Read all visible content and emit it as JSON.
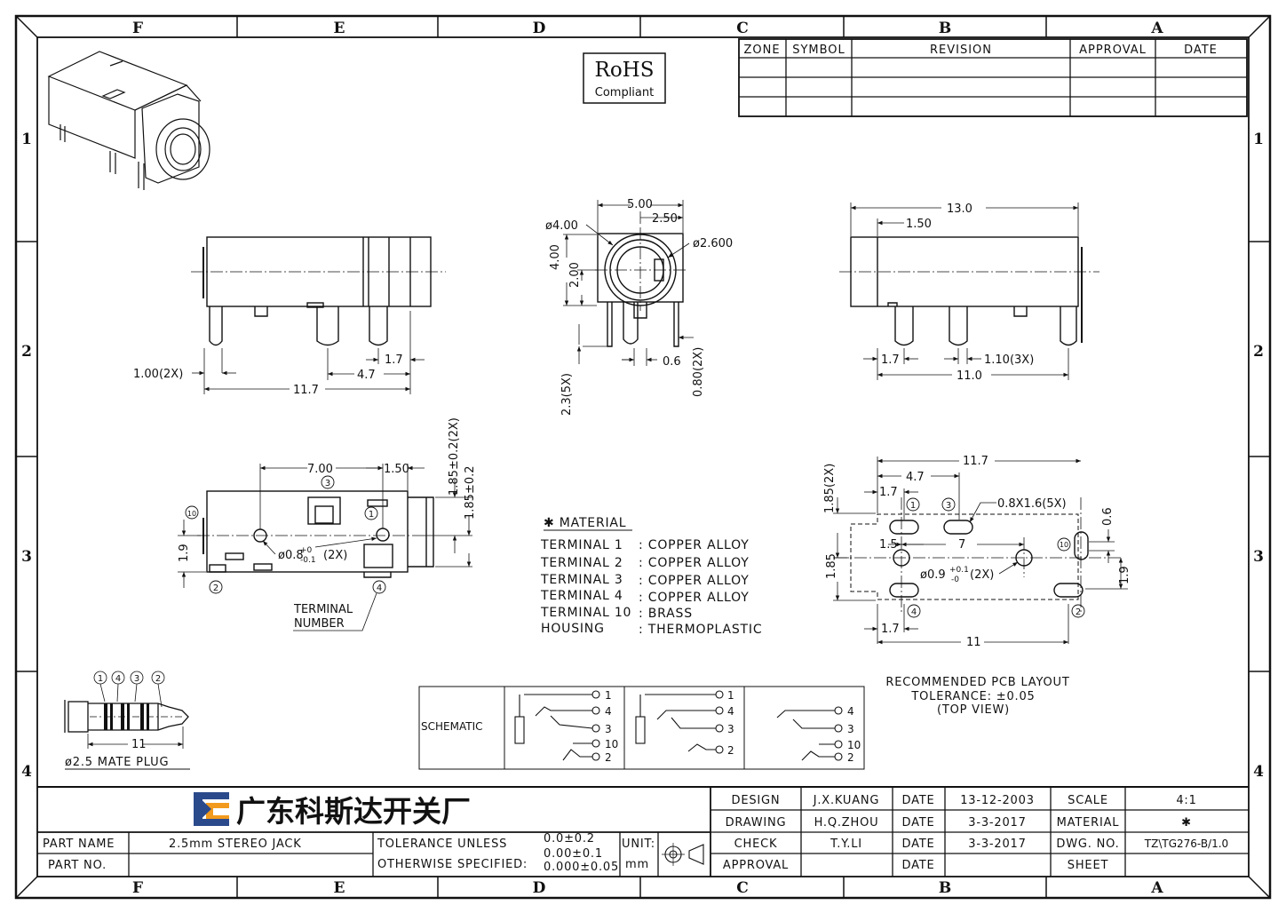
{
  "frame": {
    "columns": [
      "F",
      "E",
      "D",
      "C",
      "B",
      "A"
    ],
    "rows": [
      "1",
      "2",
      "3",
      "4"
    ]
  },
  "rohs": {
    "title": "RoHS",
    "subtitle": "Compliant"
  },
  "revision_table": {
    "headers": [
      "ZONE",
      "SYMBOL",
      "REVISION",
      "APPROVAL",
      "DATE"
    ]
  },
  "side_view": {
    "dims": [
      "1.00(2X)",
      "1.7",
      "4.7",
      "11.7"
    ]
  },
  "front_view": {
    "dims": [
      "5.00",
      "2.50",
      "ø4.00",
      "ø2.600",
      "4.00",
      "2.00",
      "0.6",
      "2.3(5X)",
      "0.80(2X)"
    ]
  },
  "right_view": {
    "dims": [
      "13.0",
      "1.50",
      "1.7",
      "1.10(3X)",
      "11.0"
    ]
  },
  "bottom_view": {
    "dims": [
      "7.00",
      "1.50",
      "1.85±0.2(2X)",
      "1.85±0.2",
      "1.9"
    ],
    "hole": "ø0.8",
    "hole_tol_up": "+0",
    "hole_tol_dn": "-0.1",
    "hole_suffix": "(2X)",
    "terminals": [
      "3",
      "10",
      "1",
      "2",
      "4"
    ],
    "label_l1": "TERMINAL",
    "label_l2": "NUMBER"
  },
  "material": {
    "title": "✱ MATERIAL",
    "rows": [
      {
        "name": "TERMINAL  1",
        "value": ": COPPER  ALLOY"
      },
      {
        "name": "TERMINAL  2",
        "value": ": COPPER  ALLOY"
      },
      {
        "name": "TERMINAL  3",
        "value": ": COPPER  ALLOY"
      },
      {
        "name": "TERMINAL  4",
        "value": ": COPPER  ALLOY"
      },
      {
        "name": "TERMINAL  10",
        "value": ": BRASS"
      },
      {
        "name": "HOUSING",
        "value": ": THERMOPLASTIC"
      }
    ]
  },
  "pcb": {
    "dims": [
      "11.7",
      "4.7",
      "1.7",
      "0.8X1.6(5X)",
      "0.6",
      "1.85(2X)",
      "1.5",
      "7",
      "1.85",
      "1.9",
      "1.7",
      "11"
    ],
    "hole": "ø0.9",
    "hole_tol_up": "+0.1",
    "hole_tol_dn": "-0",
    "hole_suffix": "(2X)",
    "terminals": [
      "1",
      "3",
      "10",
      "4",
      "2"
    ],
    "caption": [
      "RECOMMENDED  PCB  LAYOUT",
      "TOLERANCE: ±0.05",
      "(TOP  VIEW)"
    ]
  },
  "plug": {
    "numbers": [
      "1",
      "4",
      "3",
      "2"
    ],
    "dim": "11",
    "caption": "ø2.5  MATE  PLUG"
  },
  "schematic": {
    "label": "SCHEMATIC",
    "col1": [
      "1",
      "4",
      "3",
      "10",
      "2"
    ],
    "col2": [
      "1",
      "4",
      "3",
      "2"
    ],
    "col3": [
      "4",
      "3",
      "10",
      "2"
    ]
  },
  "title_block": {
    "company": "广东科斯达开关厂",
    "part_name_label": "PART  NAME",
    "part_name": "2.5mm  STEREO  JACK",
    "part_no_label": "PART  NO.",
    "tol_l1": "TOLERANCE  UNLESS",
    "tol_l2": "OTHERWISE  SPECIFIED:",
    "tol_v1": "0.0±0.2",
    "tol_v2": "0.00±0.1",
    "tol_v3": "0.000±0.05",
    "unit_label": "UNIT:",
    "unit": "mm",
    "rows": [
      {
        "role": "DESIGN",
        "name": "J.X.KUANG",
        "date_label": "DATE",
        "date": "13-12-2003",
        "key": "SCALE",
        "val": "4:1"
      },
      {
        "role": "DRAWING",
        "name": "H.Q.ZHOU",
        "date_label": "DATE",
        "date": "3-3-2017",
        "key": "MATERIAL",
        "val": "✱"
      },
      {
        "role": "CHECK",
        "name": "T.Y.LI",
        "date_label": "DATE",
        "date": "3-3-2017",
        "key": "DWG. NO.",
        "val": "TZ\\TG276-B/1.0"
      },
      {
        "role": "APPROVAL",
        "name": "",
        "date_label": "DATE",
        "date": "",
        "key": "SHEET",
        "val": ""
      }
    ]
  }
}
